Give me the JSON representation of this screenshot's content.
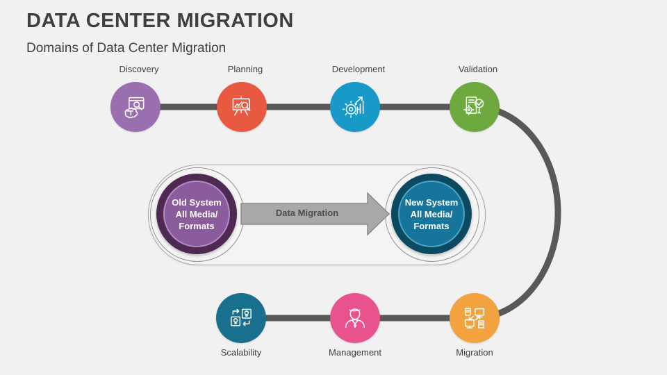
{
  "slide": {
    "title": "DATA CENTER MIGRATION",
    "subtitle": "Domains of Data Center Migration"
  },
  "top_nodes": [
    {
      "label": "Discovery",
      "color": "#9a6faf",
      "icon": "discovery-laptop-search-brain-icon"
    },
    {
      "label": "Planning",
      "color": "#e85941",
      "icon": "planning-presentation-chart-icon"
    },
    {
      "label": "Development",
      "color": "#1899c7",
      "icon": "development-gear-chart-icon"
    },
    {
      "label": "Validation",
      "color": "#6da93f",
      "icon": "validation-document-magnifier-check-icon"
    }
  ],
  "bottom_nodes": [
    {
      "label": "Scalability",
      "color": "#19708e",
      "icon": "scalability-idea-exchange-icon"
    },
    {
      "label": "Management",
      "color": "#e8538e",
      "icon": "management-person-icon"
    },
    {
      "label": "Migration",
      "color": "#f2a340",
      "icon": "migration-computers-transfer-icon"
    }
  ],
  "center_diagram": {
    "old_system": {
      "line1": "Old System",
      "line2": "All Media/",
      "line3": "Formats",
      "ring_color": "#4e2a52",
      "fill_color": "#8a5c9b"
    },
    "new_system": {
      "line1": "New System",
      "line2": "All Media/",
      "line3": "Formats",
      "ring_color": "#0b4a61",
      "fill_color": "#17759b"
    },
    "arrow_label": "Data Migration",
    "arrow_fill": "#a8a8a8",
    "arrow_border": "#8c8c8c"
  },
  "connector_color": "#595959",
  "background_color": "#f1f1f2"
}
